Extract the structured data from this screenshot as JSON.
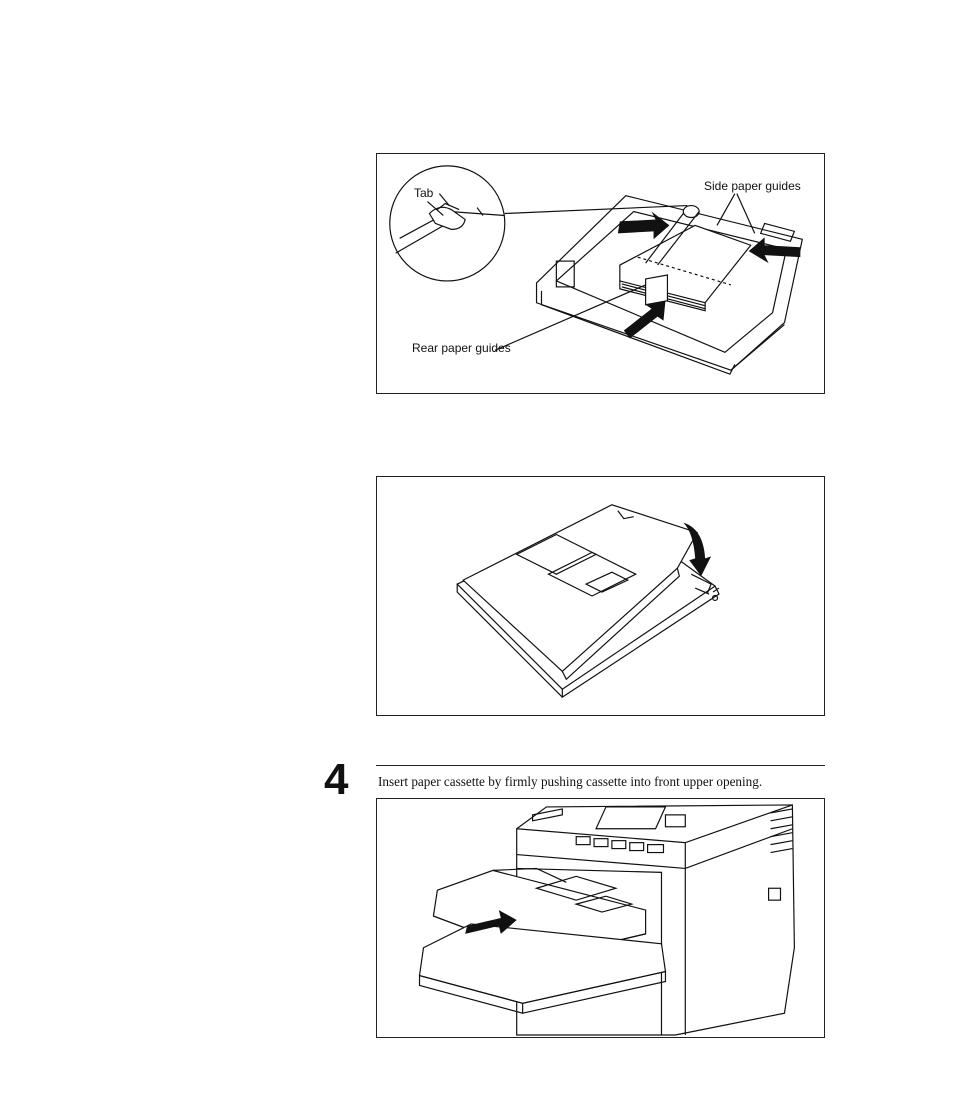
{
  "figure1": {
    "labels": {
      "tab": "Tab",
      "side_guides": "Side paper guides",
      "rear_guides": "Rear paper guides"
    }
  },
  "step": {
    "number": "4",
    "text": "Insert paper cassette by firmly pushing cassette into front upper opening."
  }
}
